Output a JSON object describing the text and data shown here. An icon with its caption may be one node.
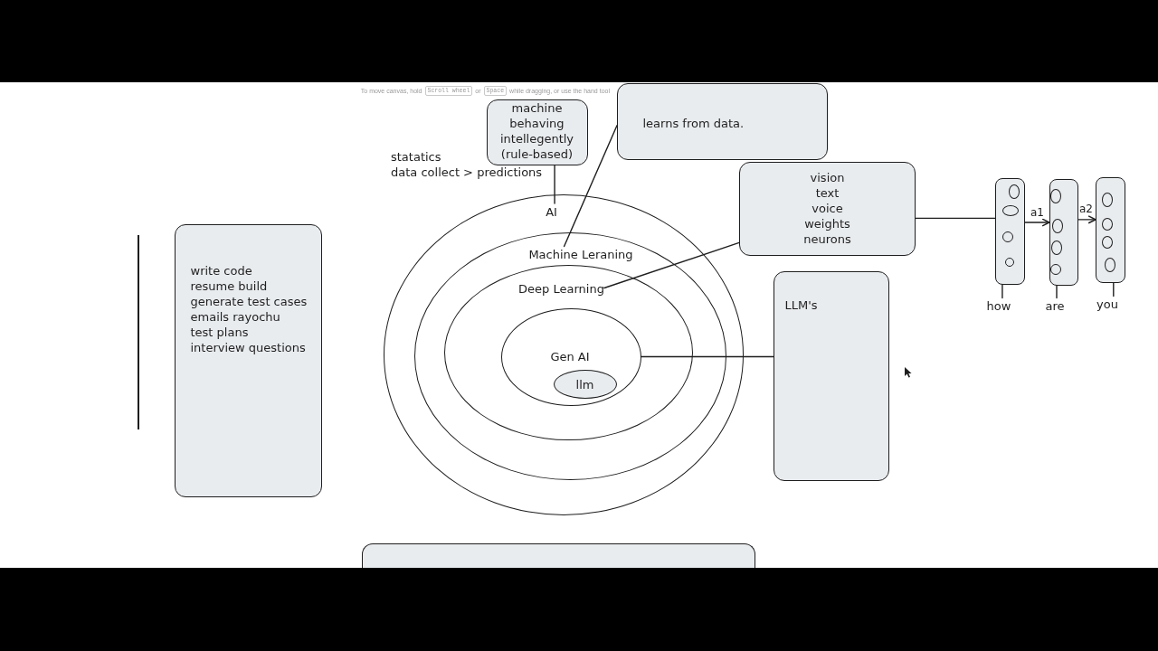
{
  "diagram": {
    "nodes": [
      {
        "text": [
          "machine behaving intellegently (rule-based)"
        ]
      },
      {
        "text": [
          "learns from data."
        ]
      },
      {
        "text": [
          "vision",
          "text",
          "voice",
          "weights",
          "neurons"
        ]
      },
      {
        "text": [],
        "shape": "box"
      },
      {
        "text": [],
        "shape": "box"
      },
      {
        "text": [],
        "shape": "box"
      },
      {
        "text": [
          "AI"
        ]
      },
      {
        "text": [
          "Machine Leraning"
        ],
        "in": 6
      },
      {
        "text": [
          "Deep Learning"
        ],
        "in": 7
      },
      {
        "text": [
          "Gen AI"
        ],
        "in": 8
      },
      {
        "text": [
          "llm"
        ],
        "in": 9
      },
      {
        "text": [
          "write code",
          "resume build",
          "generate test cases",
          "emails rayochu",
          "test plans",
          "interview questions"
        ]
      },
      {
        "text": [
          "LLM's"
        ]
      },
      {
        "text": [
          "how"
        ]
      },
      {
        "text": [
          "are"
        ]
      },
      {
        "text": [
          "you"
        ]
      },
      {
        "text": [],
        "shape": "box"
      }
    ],
    "edges": [
      {
        "from": 0,
        "to": 6,
        "arrow": "none"
      },
      {
        "from": 1,
        "to": 7,
        "arrow": "none"
      },
      {
        "from": 2,
        "to": 8,
        "arrow": "none"
      },
      {
        "from": 9,
        "to": 12,
        "arrow": "none"
      },
      {
        "from": 2,
        "to": 3,
        "arrow": "none"
      },
      {
        "from": 3,
        "to": 4,
        "arrow": "to",
        "label": "a1"
      },
      {
        "from": 4,
        "to": 5,
        "arrow": "to",
        "label": "a2"
      },
      {
        "from": 3,
        "to": 13,
        "arrow": "none"
      },
      {
        "from": 4,
        "to": 14,
        "arrow": "none"
      },
      {
        "from": 5,
        "to": 15,
        "arrow": "none"
      }
    ],
    "labels": [
      "To move canvas, hold",
      "Scroll wheel",
      "or",
      "Space",
      "while dragging, or use the hand tool",
      "statatics",
      "data collect > predictions"
    ]
  }
}
